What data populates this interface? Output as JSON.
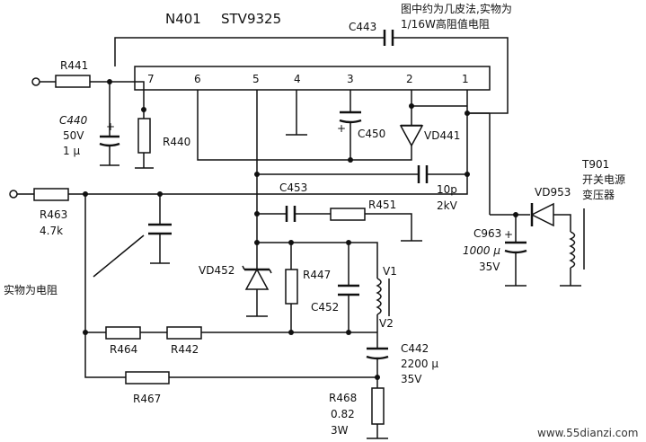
{
  "ic": {
    "name": "N401",
    "part": "STV9325",
    "pins": [
      "7",
      "6",
      "5",
      "4",
      "3",
      "2",
      "1"
    ]
  },
  "note_top": {
    "line1": "图中约为几皮法,实物为",
    "line2": "1/16W高阻值电阻"
  },
  "note_resistor": "实物为电阻",
  "transformer": {
    "name": "T901",
    "line1": "开关电源",
    "line2": "变压器"
  },
  "components": {
    "r441": "R441",
    "r440": "R440",
    "r463": "R463",
    "r463_value": "4.7k",
    "r464": "R464",
    "r442": "R442",
    "r467": "R467",
    "r468": "R468",
    "r468_value": "0.82",
    "r468_power": "3W",
    "r451": "R451",
    "r447": "R447",
    "c443": "C443",
    "c440": "C440",
    "c440_voltage": "50V",
    "c440_value": "1 μ",
    "c450": "C450",
    "c453": "C453",
    "c453_value": "10p",
    "c453_voltage": "2kV",
    "c452": "C452",
    "c442": "C442",
    "c442_value": "2200 μ",
    "c442_voltage": "35V",
    "c963": "C963",
    "c963_value": "1000 μ",
    "c963_voltage": "35V",
    "vd441": "VD441",
    "vd452": "VD452",
    "vd953": "VD953",
    "v1": "V1",
    "v2": "V2"
  },
  "watermark": "www.55dianzi.com"
}
